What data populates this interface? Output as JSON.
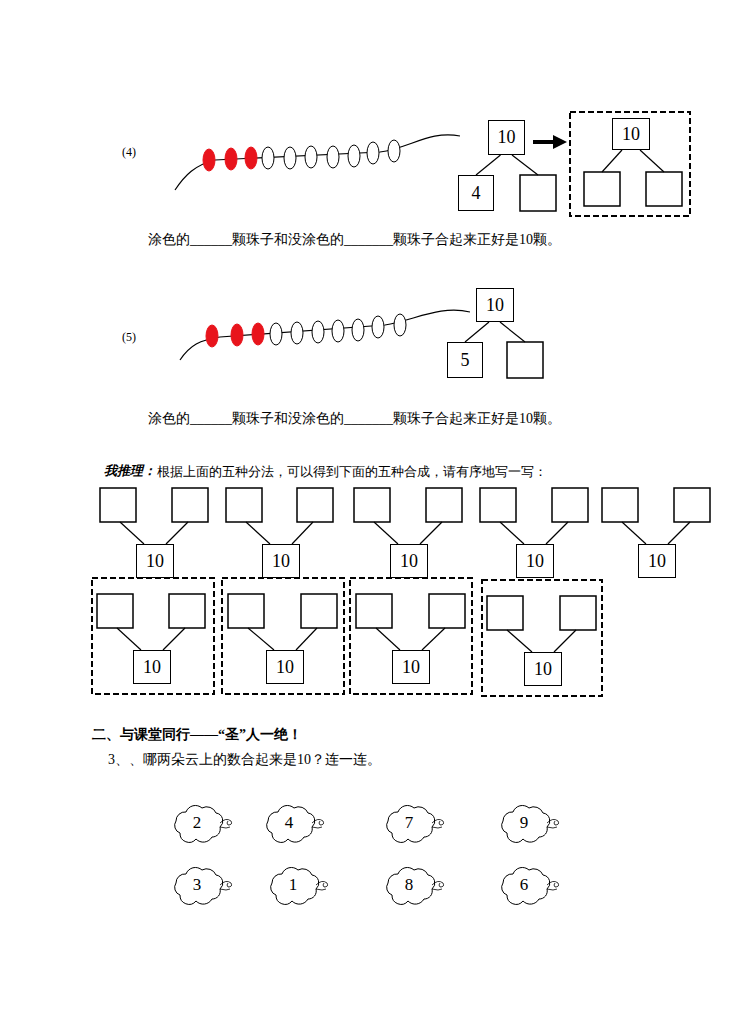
{
  "diagram": {
    "nodes": [
      {
        "text": [
          "10"
        ]
      },
      {
        "text": [
          "4"
        ]
      },
      {
        "text": [
          "10"
        ]
      },
      {
        "text": [
          "10"
        ]
      },
      {
        "text": [
          "5"
        ]
      },
      {
        "text": [
          "10"
        ]
      },
      {
        "text": [
          "10"
        ]
      },
      {
        "text": [
          "10"
        ]
      },
      {
        "text": [
          "10"
        ]
      },
      {
        "text": [
          "10"
        ]
      },
      {
        "text": [
          "10"
        ]
      },
      {
        "text": [
          "10"
        ]
      },
      {
        "text": [
          "10"
        ]
      },
      {
        "text": [
          "10"
        ]
      },
      {
        "text": [
          "2"
        ]
      },
      {
        "text": [
          "4"
        ]
      },
      {
        "text": [
          "7"
        ]
      },
      {
        "text": [
          "9"
        ]
      },
      {
        "text": [
          "3"
        ]
      },
      {
        "text": [
          "1"
        ]
      },
      {
        "text": [
          "8"
        ]
      },
      {
        "text": [
          "6"
        ]
      }
    ],
    "edges": [
      {
        "from": 0,
        "to": 1,
        "arrow": "none"
      },
      {
        "from": 3,
        "to": 4,
        "arrow": "none"
      }
    ],
    "labels": [
      "(4)",
      "涂色的______颗珠子和没涂色的_______颗珠子合起来正好是10颗。",
      "(5)",
      "涂色的______颗珠子和没涂色的_______颗珠子合起来正好是10颗。",
      "我推理：",
      "根据上面的五种分法，可以得到下面的五种合成，请有序地写一写：",
      "二、与课堂同行——“圣”人一绝！",
      "3、、哪两朵云上的数合起来是10？连一连。"
    ]
  }
}
